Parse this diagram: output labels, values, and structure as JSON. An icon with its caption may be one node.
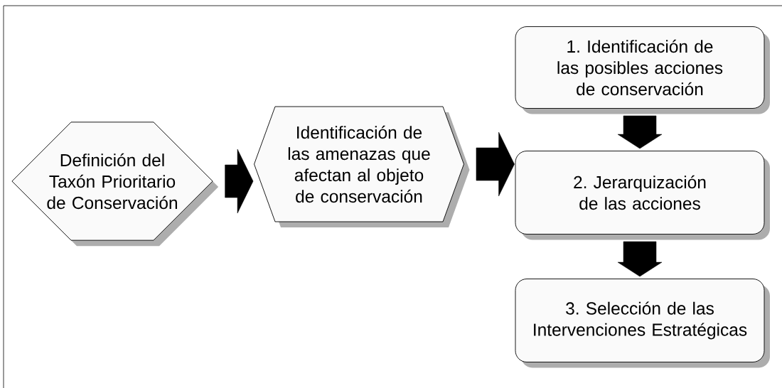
{
  "diagram": {
    "nodes": [
      {
        "text": [
          "Definición del Taxón Prioritario de Conservación"
        ]
      },
      {
        "text": [
          "Identificación de las amenazas que afectan al objeto de conservación"
        ]
      },
      {
        "text": [
          "1. Identificación de las posibles acciones de conservación"
        ]
      },
      {
        "text": [
          "2. Jerarquización de las acciones"
        ]
      },
      {
        "text": [
          "3. Selección de las Intervenciones Estratégicas"
        ]
      }
    ],
    "edges": [
      {
        "from": 0,
        "to": 1,
        "arrow": "to"
      },
      {
        "from": 1,
        "to": 3,
        "arrow": "to"
      },
      {
        "from": 2,
        "to": 3,
        "arrow": "to"
      },
      {
        "from": 3,
        "to": 4,
        "arrow": "to"
      }
    ]
  }
}
